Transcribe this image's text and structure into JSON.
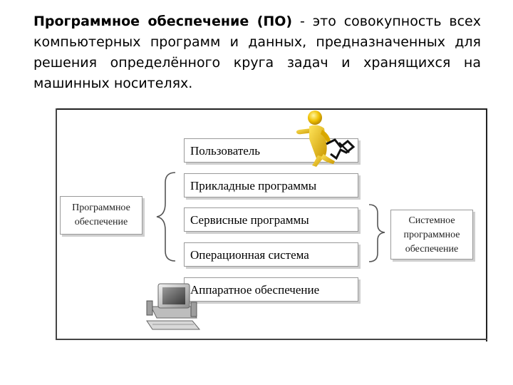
{
  "intro": {
    "term": "Программное обеспечение (ПО)",
    "rest": " - это совокупность всех компьютерных программ и данных, предназначенных для решения определённого круга задач и хранящихся на машинных носителях."
  },
  "diagram": {
    "layers": [
      "Пользователь",
      "Прикладные программы",
      "Сервисные программы",
      "Операционная система",
      "Аппаратное обеспечение"
    ],
    "left_box": [
      "Программное",
      "обеспечение"
    ],
    "right_box": [
      "Системное",
      "программное",
      "обеспечение"
    ],
    "icons": [
      "user-figure-icon",
      "computer-icon"
    ]
  }
}
